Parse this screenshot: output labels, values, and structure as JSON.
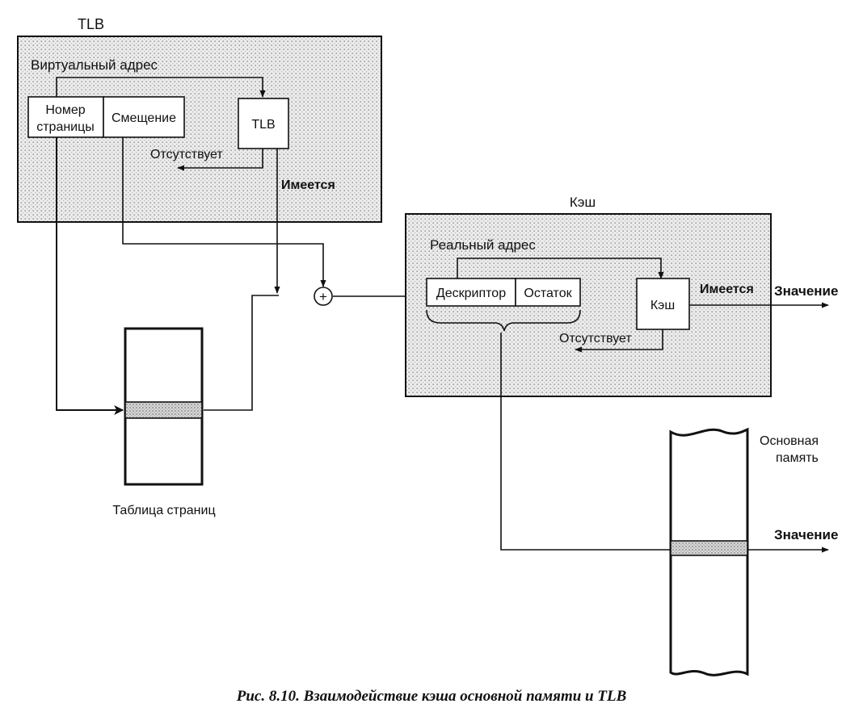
{
  "tlb_region": {
    "title": "TLB",
    "virtual_address_label": "Виртуальный адрес",
    "page_number_line1": "Номер",
    "page_number_line2": "страницы",
    "offset_label": "Смещение",
    "tlb_box_label": "TLB",
    "miss_label": "Отсутствует",
    "hit_label": "Имеется"
  },
  "cache_region": {
    "title": "Кэш",
    "real_address_label": "Реальный адрес",
    "descriptor_label": "Дескриптор",
    "remainder_label": "Остаток",
    "cache_box_label": "Кэш",
    "hit_label": "Имеется",
    "miss_label": "Отсутствует",
    "value_label": "Значение"
  },
  "page_table": {
    "label": "Таблица страниц"
  },
  "main_memory": {
    "label_line1": "Основная",
    "label_line2": "память",
    "value_label": "Значение"
  },
  "adder": {
    "symbol": "+"
  },
  "caption": "Рис. 8.10. Взаимодействие кэша основной памяти и TLB"
}
